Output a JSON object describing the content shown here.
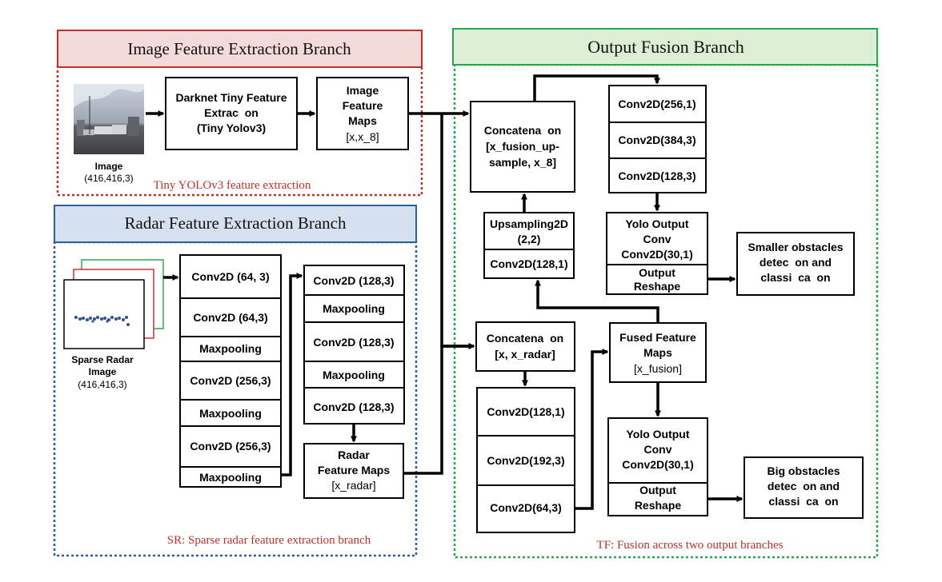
{
  "colors": {
    "image_branch": "#c0302a",
    "image_header_fill": "#f5dada",
    "radar_branch": "#2f5d9c",
    "radar_header_fill": "#d6e1f0",
    "fusion_branch": "#22a84a",
    "fusion_header_fill": "#dcefd5",
    "caption_text": "#c0302a",
    "box_border": "#000000",
    "radar_points": "#2f4f9c"
  },
  "image_branch": {
    "title": "Image Feature Extraction Branch",
    "caption": "Tiny YOLOv3 feature extraction",
    "input_label": "Image",
    "input_shape": "(416,416,3)",
    "darknet": [
      "Darknet Tiny Feature",
      "Extrac  on",
      "(Tiny Yolov3)"
    ],
    "feature_maps": [
      "Image",
      "Feature",
      "Maps",
      "[x,x_8]"
    ]
  },
  "radar_branch": {
    "title": "Radar Feature Extraction Branch",
    "caption": "SR: Sparse radar feature extraction branch",
    "input_label": [
      "Sparse Radar",
      "Image"
    ],
    "input_shape": "(416,416,3)",
    "stack_a": [
      "Conv2D (64, 3)",
      "Conv2D (64,3)",
      "Maxpooling",
      "Conv2D (256,3)",
      "Maxpooling",
      "Conv2D (256,3)",
      "Maxpooling"
    ],
    "stack_b": [
      "Conv2D (128,3)",
      "Maxpooling",
      "Conv2D (128,3)",
      "Maxpooling",
      "Conv2D (128,3)"
    ],
    "feature_maps": [
      "Radar",
      "Feature Maps",
      "[x_radar]"
    ]
  },
  "fusion_branch": {
    "title": "Output Fusion Branch",
    "caption": "TF: Fusion across two output branches",
    "concat_top": [
      "Concatena  on",
      "[x_fusion_up-",
      "sample, x_8]"
    ],
    "upsampling": [
      "Upsampling2D",
      "(2,2)"
    ],
    "upsampling_conv": "Conv2D(128,1)",
    "top_stack": [
      "Conv2D(256,1)",
      "Conv2D(384,3)",
      "Conv2D(128,3)"
    ],
    "yolo_top": [
      "Yolo Output",
      "Conv",
      "Conv2D(30,1)"
    ],
    "reshape_top": [
      "Output",
      "Reshape"
    ],
    "small_out": [
      "Smaller obstacles",
      "detec  on and",
      "classi  ca  on"
    ],
    "concat_radar": [
      "Concatena  on",
      "[x, x_radar]"
    ],
    "bottom_stack": [
      "Conv2D(128,1)",
      "Conv2D(192,3)",
      "Conv2D(64,3)"
    ],
    "fused_maps": [
      "Fused Feature",
      "Maps",
      "[x_fusion]"
    ],
    "yolo_bottom": [
      "Yolo Output",
      "Conv",
      "Conv2D(30,1)"
    ],
    "reshape_bottom": [
      "Output",
      "Reshape"
    ],
    "big_out": [
      "Big obstacles",
      "detec  on and",
      "classi  ca  on"
    ]
  }
}
